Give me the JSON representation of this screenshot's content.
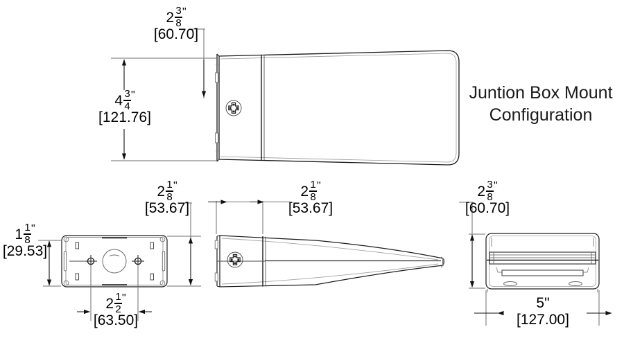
{
  "title_block": {
    "line1": "Juntion Box Mount",
    "line2": "Configuration"
  },
  "colors": {
    "line": "#1a1a1a",
    "dim_line": "#6e6e6e",
    "text": "#000000",
    "background": "#ffffff",
    "shade": "#d8d8d8"
  },
  "views": [
    {
      "id": "front-view",
      "name": "front-elevation-view"
    },
    {
      "id": "back-plate-view",
      "name": "back-plate-plan-view"
    },
    {
      "id": "side-profile-view",
      "name": "side-profile-view"
    },
    {
      "id": "end-view",
      "name": "end-elevation-view"
    }
  ],
  "dimensions": {
    "top_width": {
      "whole": "2",
      "num": "3",
      "den": "8",
      "inch": "\"",
      "mm": "[60.70]"
    },
    "front_height": {
      "whole": "4",
      "num": "3",
      "den": "4",
      "inch": "\"",
      "mm": "[121.76]"
    },
    "plate_height": {
      "whole": "2",
      "num": "1",
      "den": "8",
      "inch": "\"",
      "mm": "[53.67]"
    },
    "plate_edge": {
      "whole": "1",
      "num": "1",
      "den": "8",
      "inch": "\"",
      "mm": "[29.53]"
    },
    "hole_spacing": {
      "whole": "2",
      "num": "1",
      "den": "2",
      "inch": "\"",
      "mm": "[63.50]"
    },
    "profile_depth": {
      "whole": "2",
      "num": "1",
      "den": "8",
      "inch": "\"",
      "mm": "[53.67]"
    },
    "end_height": {
      "whole": "2",
      "num": "3",
      "den": "8",
      "inch": "\"",
      "mm": "[60.70]"
    },
    "end_width": {
      "whole": "5\"",
      "num": "",
      "den": "",
      "inch": "",
      "mm": "[127.00]"
    }
  }
}
